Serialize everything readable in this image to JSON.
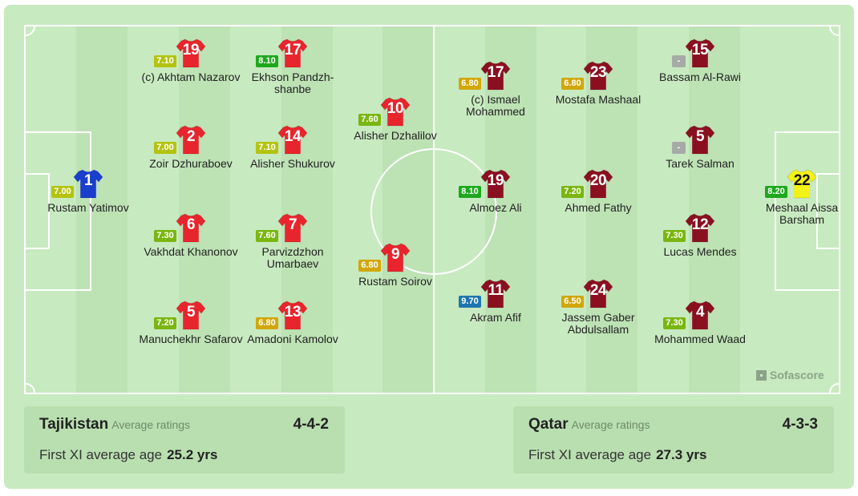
{
  "colors": {
    "pitch": "#c8eac0",
    "pitch_stripe": "#bde2b4",
    "tajikistan_shirt": "#e8252c",
    "tajikistan_gk_shirt": "#1a3fcc",
    "qatar_shirt": "#8a1020",
    "qatar_gk_shirt": "#f2f216",
    "rating_green_dark": "#1da81d",
    "rating_green": "#7ab610",
    "rating_yellow_green": "#b3c30f",
    "rating_gold": "#d1a70b",
    "rating_blue": "#1f75b0",
    "rating_none": "#a6aba6"
  },
  "brand": {
    "name": "Sofascore",
    "icon": "sofascore-logo-icon"
  },
  "tajikistan": {
    "players": [
      {
        "number": "1",
        "rating": "7.00",
        "name": "Rustam Yatimov"
      },
      {
        "number": "19",
        "rating": "7.10",
        "name": "(c) Akhtam Nazarov"
      },
      {
        "number": "2",
        "rating": "7.00",
        "name": "Zoir Dzhuraboev"
      },
      {
        "number": "6",
        "rating": "7.30",
        "name": "Vakhdat Khanonov"
      },
      {
        "number": "5",
        "rating": "7.20",
        "name": "Manuchekhr Safarov"
      },
      {
        "number": "17",
        "rating": "8.10",
        "name": "Ekhson Pandzh-shanbe"
      },
      {
        "number": "14",
        "rating": "7.10",
        "name": "Alisher Shukurov"
      },
      {
        "number": "7",
        "rating": "7.60",
        "name": "Parvizdzhon Umarbaev"
      },
      {
        "number": "13",
        "rating": "6.80",
        "name": "Amadoni Kamolov"
      },
      {
        "number": "10",
        "rating": "7.60",
        "name": "Alisher Dzhalilov"
      },
      {
        "number": "9",
        "rating": "6.80",
        "name": "Rustam Soirov"
      }
    ]
  },
  "qatar": {
    "players": [
      {
        "number": "17",
        "rating": "6.80",
        "name": "(c) Ismael Mohammed"
      },
      {
        "number": "19",
        "rating": "8.10",
        "name": "Almoez Ali"
      },
      {
        "number": "11",
        "rating": "9.70",
        "name": "Akram Afif"
      },
      {
        "number": "23",
        "rating": "6.80",
        "name": "Mostafa Mashaal"
      },
      {
        "number": "20",
        "rating": "7.20",
        "name": "Ahmed Fathy"
      },
      {
        "number": "24",
        "rating": "6.50",
        "name": "Jassem Gaber Abdulsallam"
      },
      {
        "number": "15",
        "rating": "-",
        "name": "Bassam Al-Rawi"
      },
      {
        "number": "5",
        "rating": "-",
        "name": "Tarek Salman"
      },
      {
        "number": "12",
        "rating": "7.30",
        "name": "Lucas Mendes"
      },
      {
        "number": "4",
        "rating": "7.30",
        "name": "Mohammed Waad"
      },
      {
        "number": "22",
        "rating": "8.20",
        "name": "Meshaal Aissa Barsham"
      }
    ]
  },
  "summary": {
    "home": {
      "team": "Tajikistan",
      "avg_label": "Average ratings",
      "formation": "4-4-2",
      "age_label": "First XI average age",
      "age_value": "25.2 yrs"
    },
    "away": {
      "team": "Qatar",
      "avg_label": "Average ratings",
      "formation": "4-3-3",
      "age_label": "First XI average age",
      "age_value": "27.3 yrs"
    }
  }
}
